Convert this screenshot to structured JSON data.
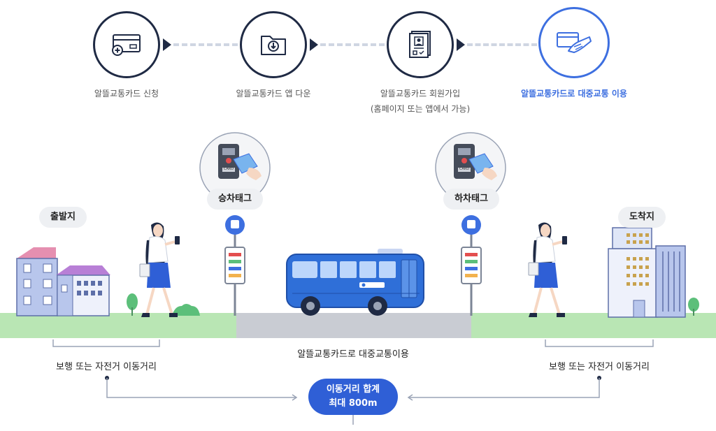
{
  "steps": [
    {
      "label": "알뜰교통카드 신청",
      "icon": "card-add-icon"
    },
    {
      "label": "알뜰교통카드 앱 다운",
      "icon": "folder-download-icon"
    },
    {
      "label": "알뜰교통카드 회원가입",
      "sublabel": "(홈페이지 또는 앱에서 가능)",
      "icon": "member-form-icon"
    },
    {
      "label": "알뜰교통카드로 대중교통 이용",
      "icon": "card-handshake-icon"
    }
  ],
  "scene": {
    "origin_label": "출발지",
    "destination_label": "도착지",
    "board_tag_label": "승차태그",
    "alight_tag_label": "하차태그",
    "reader_card_text": "CARD"
  },
  "bottom": {
    "left_distance": "보행 또는 자전거 이동거리",
    "middle_transit": "알뜰교통카드로 대중교통이용",
    "right_distance": "보행 또는 자전거 이동거리",
    "total_line1": "이동거리 합계",
    "total_line2": "최대 800m"
  },
  "colors": {
    "accent": "#3d6fe0",
    "dark": "#1f2a44",
    "bus": "#2f6fd8",
    "grass": "#b9e6b4",
    "road": "#c9ccd3"
  }
}
